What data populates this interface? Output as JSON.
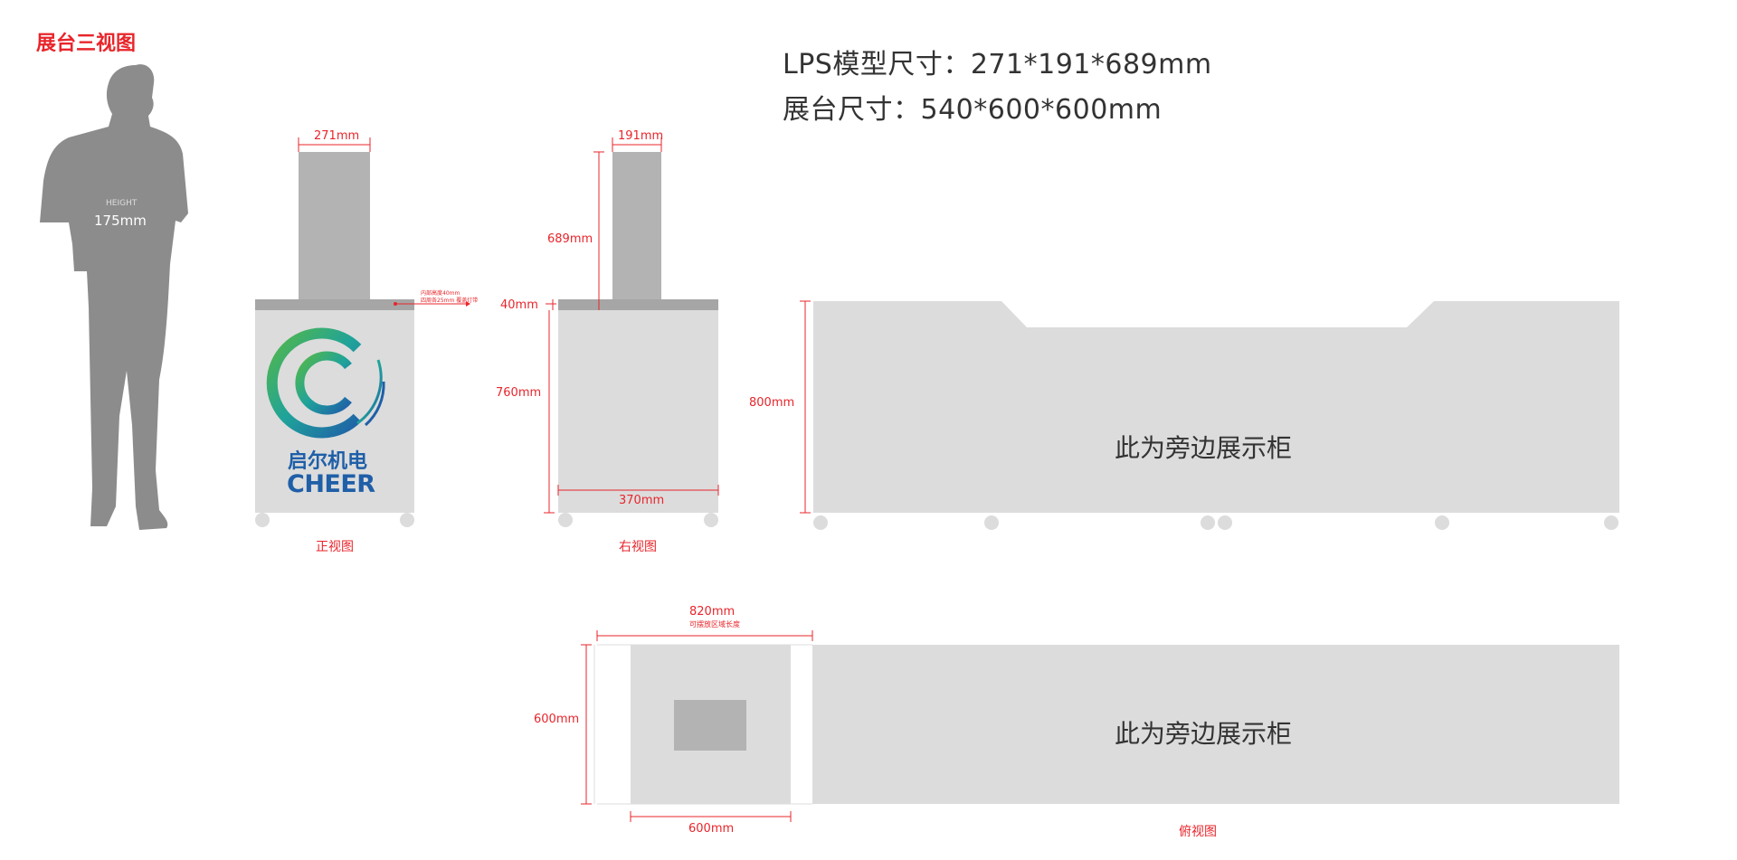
{
  "title": "展台三视图",
  "specs": {
    "model_size": "LPS模型尺寸：271*191*689mm",
    "booth_size": "展台尺寸：540*600*600mm"
  },
  "person": {
    "height_label": "HEIGHT",
    "height_value": "175mm"
  },
  "front_view": {
    "width_label": "271mm",
    "note_line1": "内部高度40mm",
    "note_line2": "四周各25mm 覆盖灯带",
    "brand_cn": "启尔机电",
    "brand_en": "CHEER",
    "caption": "正视图"
  },
  "right_view": {
    "width_label": "191mm",
    "height_label": "689mm",
    "top_label": "40mm",
    "body_label": "760mm",
    "base_label": "370mm",
    "caption": "右视图"
  },
  "side_cabinet": {
    "height_label": "800mm",
    "text": "此为旁边展示柜"
  },
  "top_view": {
    "width_label": "820mm",
    "width_note": "可摆放区域长度",
    "depth_label": "600mm",
    "base_label": "600mm",
    "cabinet_text": "此为旁边展示柜",
    "caption": "俯视图"
  },
  "colors": {
    "accent_red": "#e8252b",
    "panel_gray": "#dcdcdc",
    "model_gray": "#b3b3b3",
    "lid_gray": "#a6a6a6",
    "person_gray": "#8c8c8c",
    "brand_blue": "#1f5fa8",
    "brand_green": "#46b05a"
  }
}
